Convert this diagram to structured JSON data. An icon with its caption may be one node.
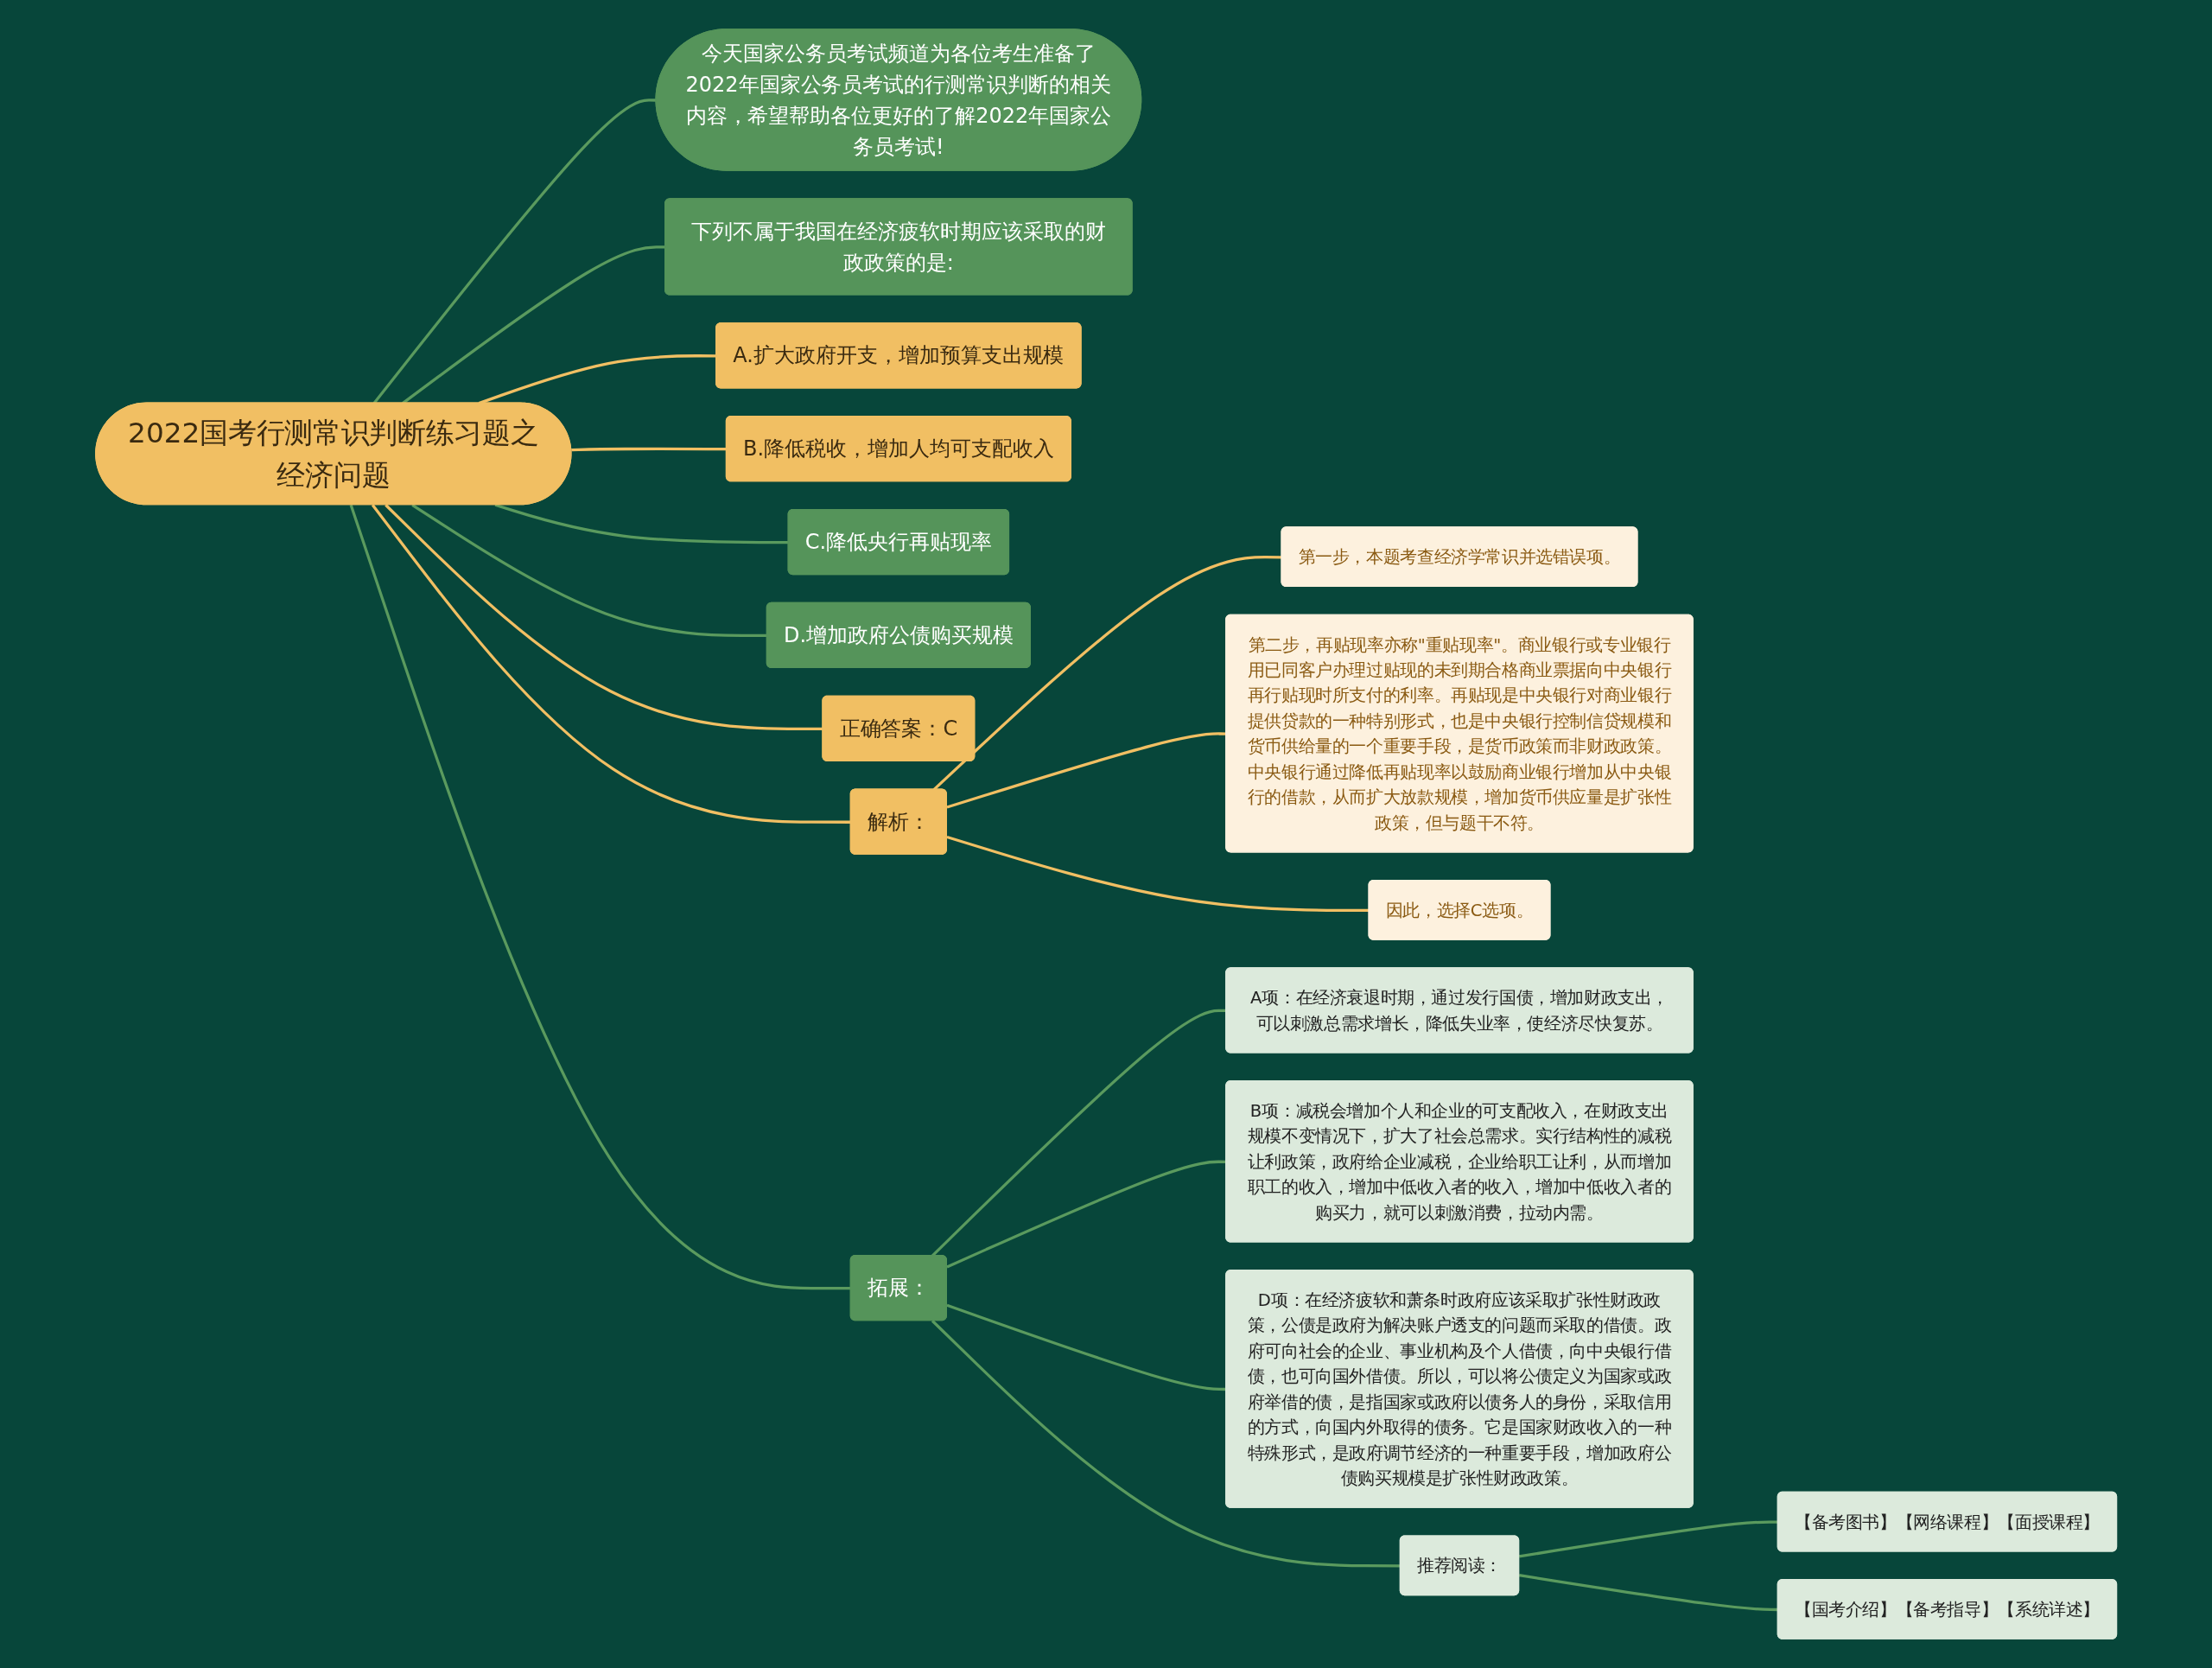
{
  "diagram": {
    "nodes": [
      {
        "text": [
          "2022国考行测常识判断练习题之经济问题"
        ]
      },
      {
        "text": [
          "今天国家公务员考试频道为各位考生准备了2022年国家公务员考试的行测常识判断的相关内容，希望帮助各位更好的了解2022年国家公务员考试!"
        ]
      },
      {
        "text": [
          "下列不属于我国在经济疲软时期应该采取的财政政策的是:"
        ]
      },
      {
        "text": [
          "A.扩大政府开支，增加预算支出规模"
        ]
      },
      {
        "text": [
          "B.降低税收，增加人均可支配收入"
        ]
      },
      {
        "text": [
          "C.降低央行再贴现率"
        ]
      },
      {
        "text": [
          "D.增加政府公债购买规模"
        ]
      },
      {
        "text": [
          "正确答案：C"
        ]
      },
      {
        "text": [
          "解析："
        ]
      },
      {
        "text": [
          "第一步，本题考查经济学常识并选错误项。"
        ]
      },
      {
        "text": [
          "第二步，再贴现率亦称\"重贴现率\"。商业银行或专业银行用已同客户办理过贴现的未到期合格商业票据向中央银行再行贴现时所支付的利率。再贴现是中央银行对商业银行提供贷款的一种特别形式，也是中央银行控制信贷规模和货币供给量的一个重要手段，是货币政策而非财政政策。中央银行通过降低再贴现率以鼓励商业银行增加从中央银行的借款，从而扩大放款规模，增加货币供应量是扩张性政策，但与题干不符。"
        ]
      },
      {
        "text": [
          "因此，选择C选项。"
        ]
      },
      {
        "text": [
          "拓展："
        ]
      },
      {
        "text": [
          "A项：在经济衰退时期，通过发行国债，增加财政支出，可以刺激总需求增长，降低失业率，使经济尽快复苏。"
        ]
      },
      {
        "text": [
          "B项：减税会增加个人和企业的可支配收入，在财政支出规模不变情况下，扩大了社会总需求。实行结构性的减税让利政策，政府给企业减税，企业给职工让利，从而增加职工的收入，增加中低收入者的收入，增加中低收入者的购买力，就可以刺激消费，拉动内需。"
        ]
      },
      {
        "text": [
          "D项：在经济疲软和萧条时政府应该采取扩张性财政政策，公债是政府为解决账户透支的问题而采取的借债。政府可向社会的企业、事业机构及个人借债，向中央银行借债，也可向国外借债。所以，可以将公债定义为国家或政府举借的债，是指国家或政府以债务人的身份，采取信用的方式，向国内外取得的债务。它是国家财政收入的一种特殊形式，是政府调节经济的一种重要手段，增加政府公债购买规模是扩张性财政政策。"
        ]
      },
      {
        "text": [
          "推荐阅读："
        ]
      },
      {
        "text": [
          "【备考图书】【网络课程】【面授课程】"
        ]
      },
      {
        "text": [
          "【国考介绍】【备考指导】【系统详述】"
        ]
      }
    ],
    "edges": [
      {
        "from": 0,
        "to": 1,
        "arrow": "none"
      },
      {
        "from": 0,
        "to": 2,
        "arrow": "none"
      },
      {
        "from": 0,
        "to": 3,
        "arrow": "none",
        "color": "#f1bf63"
      },
      {
        "from": 0,
        "to": 4,
        "arrow": "none",
        "color": "#f1bf63"
      },
      {
        "from": 0,
        "to": 5,
        "arrow": "none"
      },
      {
        "from": 0,
        "to": 6,
        "arrow": "none"
      },
      {
        "from": 0,
        "to": 7,
        "arrow": "none",
        "color": "#f1bf63"
      },
      {
        "from": 0,
        "to": 8,
        "arrow": "none",
        "color": "#f1bf63"
      },
      {
        "from": 8,
        "to": 9,
        "arrow": "none",
        "color": "#f1bf63"
      },
      {
        "from": 8,
        "to": 10,
        "arrow": "none",
        "color": "#f1bf63"
      },
      {
        "from": 8,
        "to": 11,
        "arrow": "none",
        "color": "#f1bf63"
      },
      {
        "from": 0,
        "to": 12,
        "arrow": "none"
      },
      {
        "from": 12,
        "to": 13,
        "arrow": "none"
      },
      {
        "from": 12,
        "to": 14,
        "arrow": "none"
      },
      {
        "from": 12,
        "to": 15,
        "arrow": "none"
      },
      {
        "from": 12,
        "to": 16,
        "arrow": "none"
      },
      {
        "from": 16,
        "to": 17,
        "arrow": "none"
      },
      {
        "from": 16,
        "to": 18,
        "arrow": "none"
      }
    ]
  }
}
